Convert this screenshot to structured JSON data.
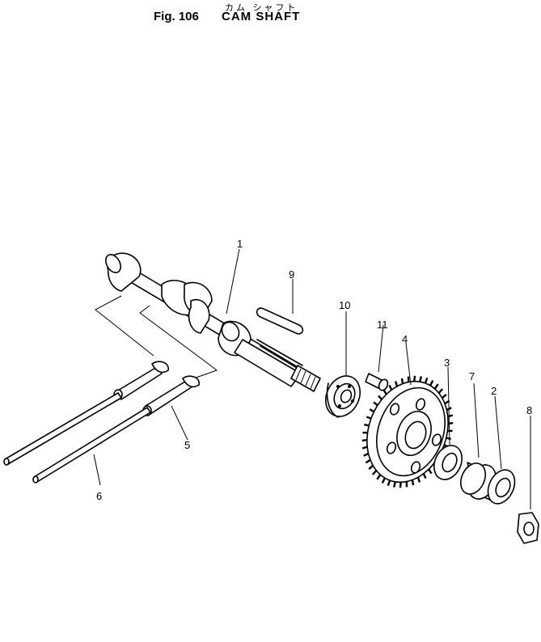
{
  "header": {
    "kana": "カム シャフト",
    "figure": "Fig. 106",
    "title": "CAM SHAFT"
  },
  "callouts": [
    "1",
    "9",
    "10",
    "11",
    "4",
    "3",
    "7",
    "2",
    "8",
    "5",
    "6"
  ]
}
